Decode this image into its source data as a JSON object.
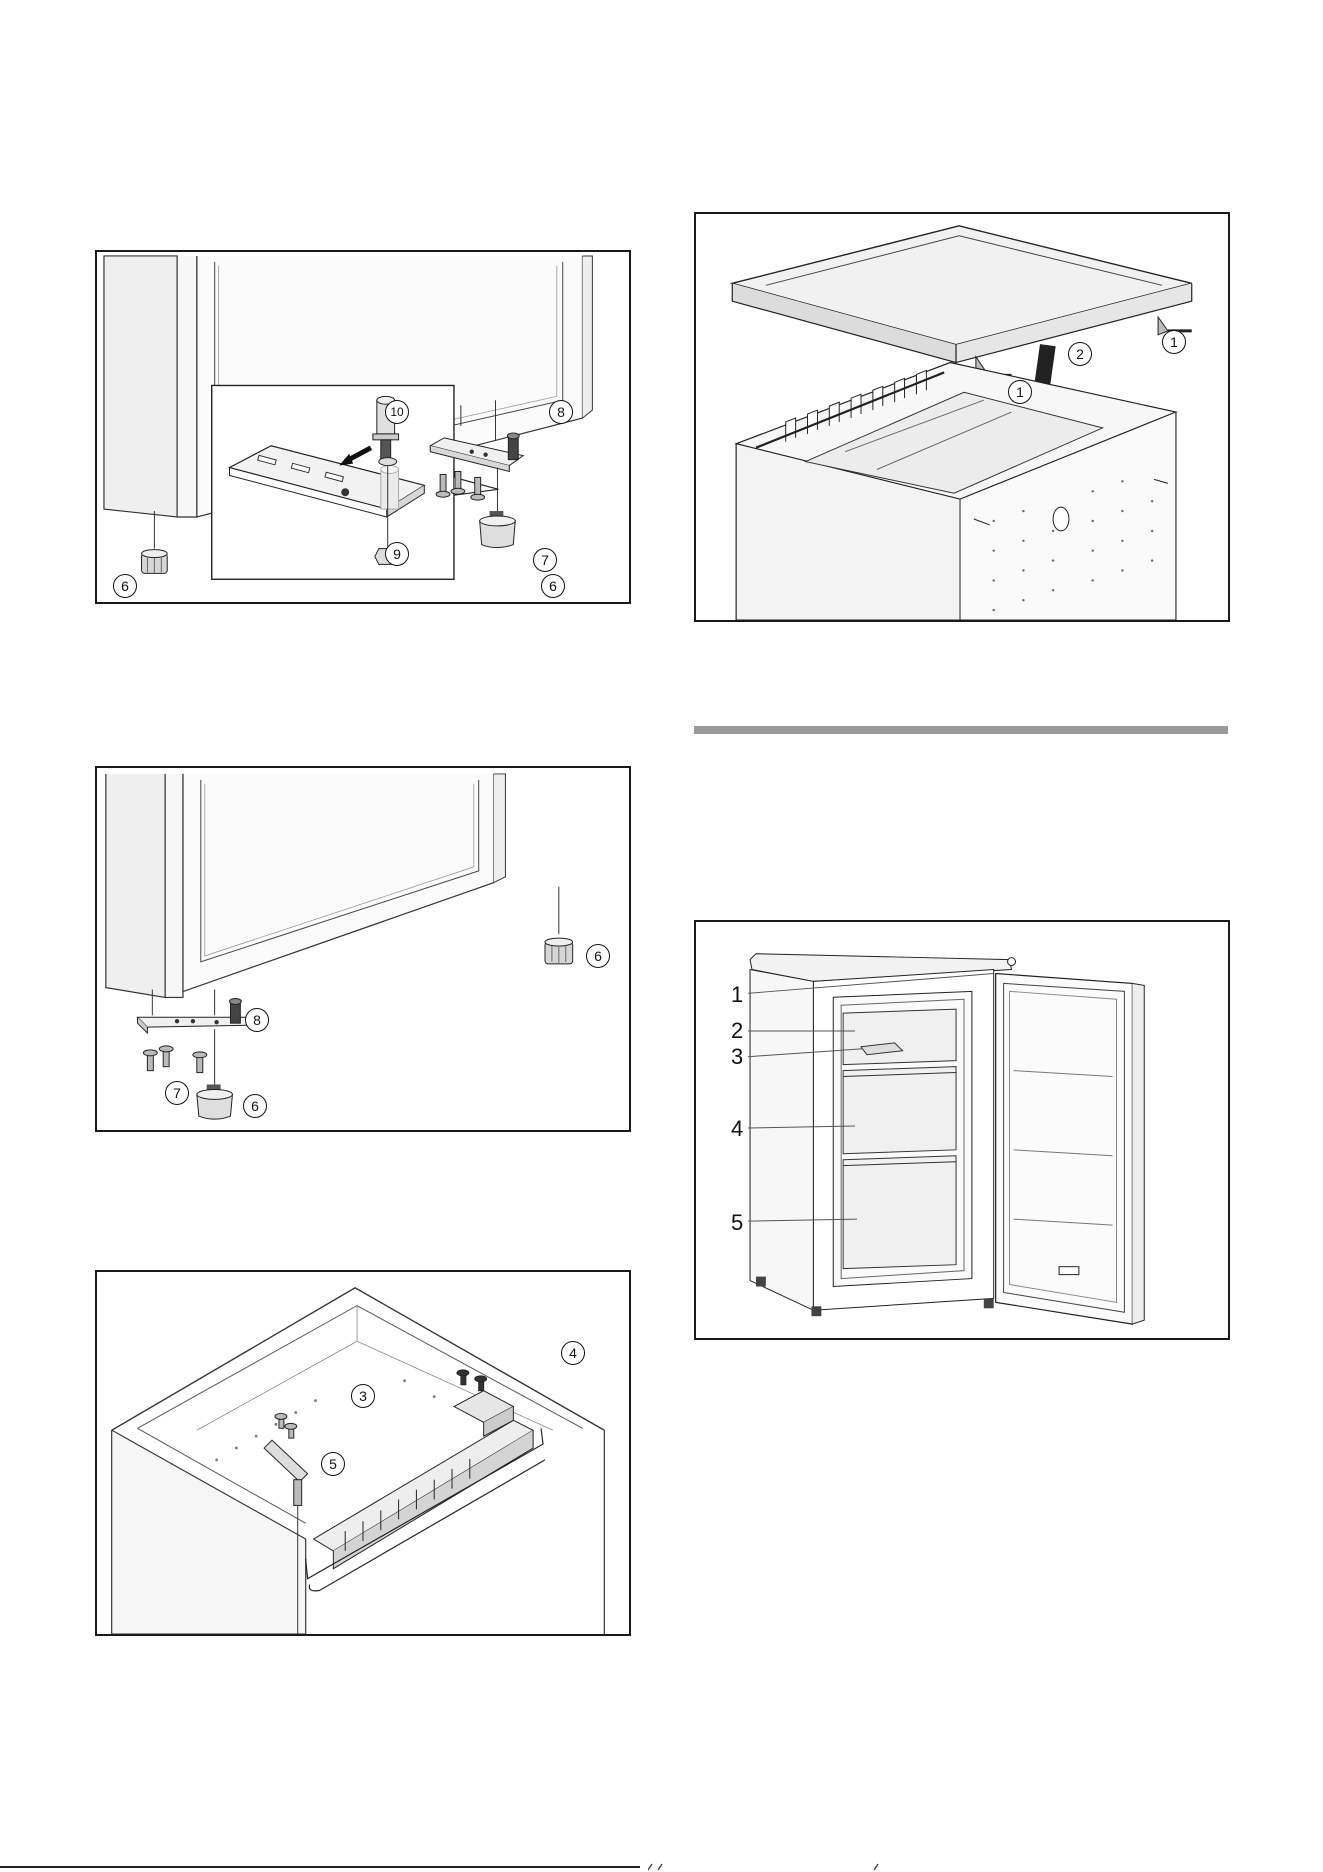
{
  "figures": [
    {
      "id": "fig-hinge-bottom-detail",
      "callouts": [
        "10",
        "8",
        "7",
        "9",
        "6",
        "6"
      ]
    },
    {
      "id": "fig-hinge-bottom-moved",
      "callouts": [
        "6",
        "8",
        "7",
        "6"
      ]
    },
    {
      "id": "fig-hinge-top",
      "callouts": [
        "4",
        "3",
        "5"
      ]
    },
    {
      "id": "fig-worktop",
      "callouts": [
        "2",
        "1",
        "1"
      ]
    },
    {
      "id": "fig-appliance-overview",
      "callouts": [
        "1",
        "2",
        "3",
        "4",
        "5"
      ]
    }
  ],
  "colors": {
    "frame": "#1a1a1a",
    "line": "#222222",
    "fill_light": "#f4f4f4",
    "fill_mid": "#dcdcdc",
    "section_bar": "#9a9a9a"
  }
}
